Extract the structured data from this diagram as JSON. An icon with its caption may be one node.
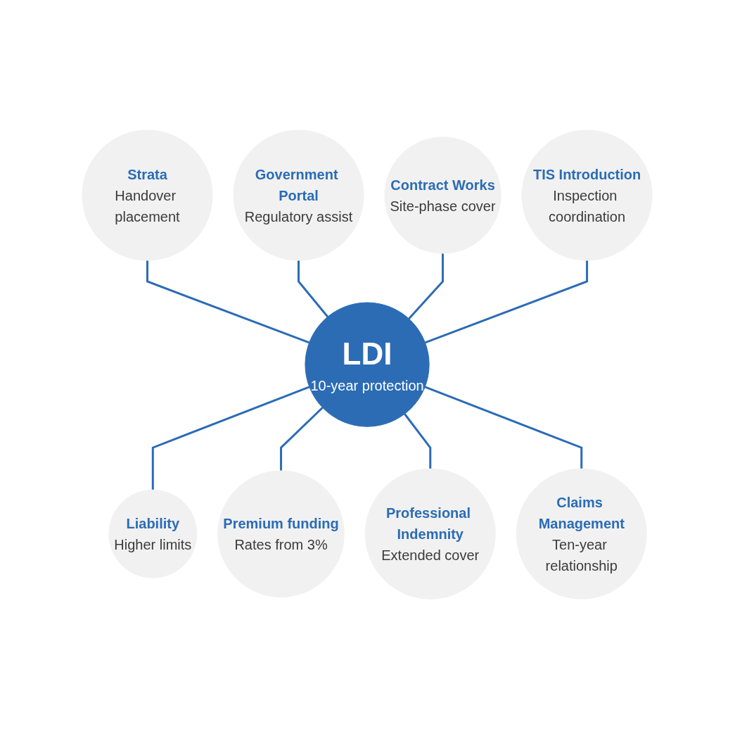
{
  "diagram": {
    "nodes": [
      {
        "text": [
          "LDI",
          "10-year protection"
        ]
      },
      {
        "text": [
          "Strata",
          "Handover placement"
        ]
      },
      {
        "text": [
          "Government Portal",
          "Regulatory assist"
        ]
      },
      {
        "text": [
          "Contract Works",
          "Site-phase cover"
        ]
      },
      {
        "text": [
          "TIS Introduction",
          "Inspection coordination"
        ]
      },
      {
        "text": [
          "Liability",
          "Higher limits"
        ]
      },
      {
        "text": [
          "Premium funding",
          "Rates from 3%"
        ]
      },
      {
        "text": [
          "Professional Indemnity",
          "Extended cover"
        ]
      },
      {
        "text": [
          "Claims Management",
          "Ten-year relationship"
        ]
      }
    ],
    "edges": [
      {
        "from": 1,
        "to": 0,
        "arrow": "none"
      },
      {
        "from": 2,
        "to": 0,
        "arrow": "none"
      },
      {
        "from": 3,
        "to": 0,
        "arrow": "none"
      },
      {
        "from": 4,
        "to": 0,
        "arrow": "none"
      },
      {
        "from": 0,
        "to": 5,
        "arrow": "none"
      },
      {
        "from": 0,
        "to": 6,
        "arrow": "none"
      },
      {
        "from": 0,
        "to": 7,
        "arrow": "none"
      },
      {
        "from": 0,
        "to": 8,
        "arrow": "none"
      }
    ]
  }
}
